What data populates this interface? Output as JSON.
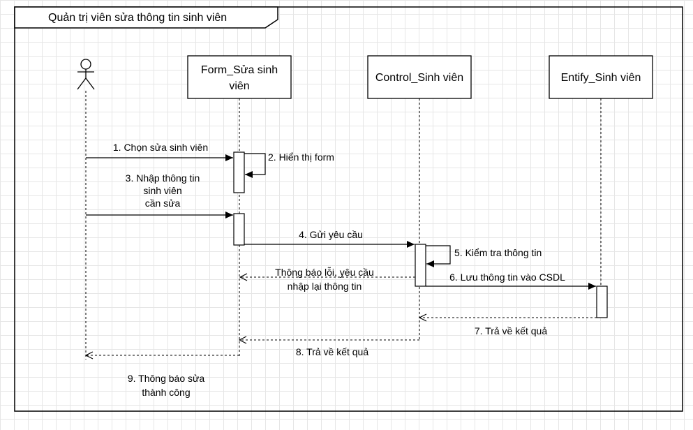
{
  "frame": {
    "title": "Quản trị viên sửa thông tin sinh viên"
  },
  "lifelines": {
    "form": {
      "line1": "Form_Sửa sinh",
      "line2": "viên"
    },
    "control": {
      "label": "Control_Sinh viên"
    },
    "entity": {
      "label": "Entify_Sinh viên"
    }
  },
  "messages": {
    "m1": "1. Chọn sửa sinh viên",
    "m2": "2. Hiển thị form",
    "m3": {
      "line1": "3. Nhập thông tin",
      "line2": "sinh viên",
      "line3": "cần sửa"
    },
    "m4": "4. Gửi yêu cầu",
    "m5": "5. Kiểm tra thông tin",
    "err": {
      "line1": "Thông báo lỗi, yêu cầu",
      "line2": "nhập lại thông tin"
    },
    "m6": "6. Lưu thông tin vào CSDL",
    "m7": "7. Trả về kết quả",
    "m8": "8. Trả về kết quả",
    "m9": {
      "line1": "9. Thông báo sửa",
      "line2": "thành công"
    }
  }
}
